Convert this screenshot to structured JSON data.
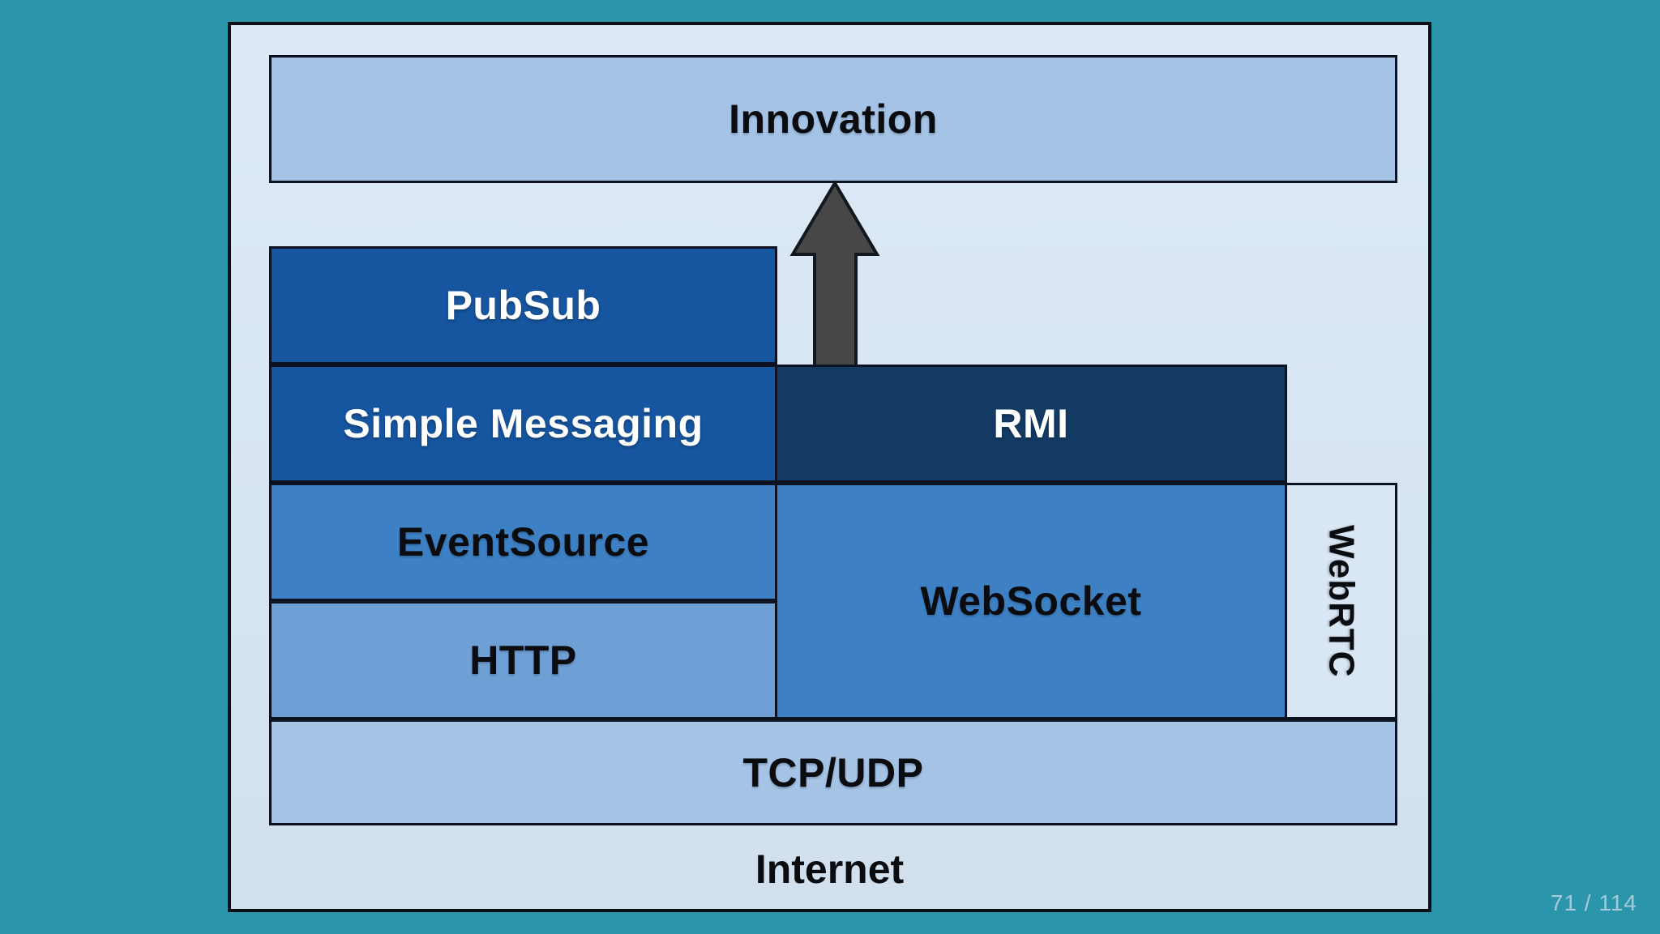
{
  "page": {
    "number_indicator": "71 / 114"
  },
  "colors": {
    "background_teal": "#2b96ab",
    "slide_background_top": "#dde9f6",
    "slide_background_bottom": "#d2e0ee",
    "light_blue_box": "#a4c3e5",
    "dark_blue_box": "#16559f",
    "navy_box": "#133a63",
    "medium_blue_box": "#3d81c4",
    "pale_blue_box": "#6fa0d5",
    "webrtc_box": "#d9e6f4",
    "border": "#0c1220",
    "arrow_fill": "#474747",
    "page_indicator_text": "#a5cbdb"
  },
  "diagram": {
    "top": {
      "label": "Innovation"
    },
    "left_stack": [
      {
        "id": "pubsub",
        "label": "PubSub"
      },
      {
        "id": "simple-messaging",
        "label": "Simple Messaging"
      },
      {
        "id": "eventsource",
        "label": "EventSource"
      },
      {
        "id": "http",
        "label": "HTTP"
      }
    ],
    "right_stack": [
      {
        "id": "rmi",
        "label": "RMI"
      },
      {
        "id": "websocket",
        "label": "WebSocket"
      }
    ],
    "side": {
      "label": "WebRTC"
    },
    "base": {
      "label": "TCP/UDP"
    },
    "caption": {
      "label": "Internet"
    },
    "arrow": {
      "meaning": "up-arrow from RMI toward Innovation"
    }
  }
}
